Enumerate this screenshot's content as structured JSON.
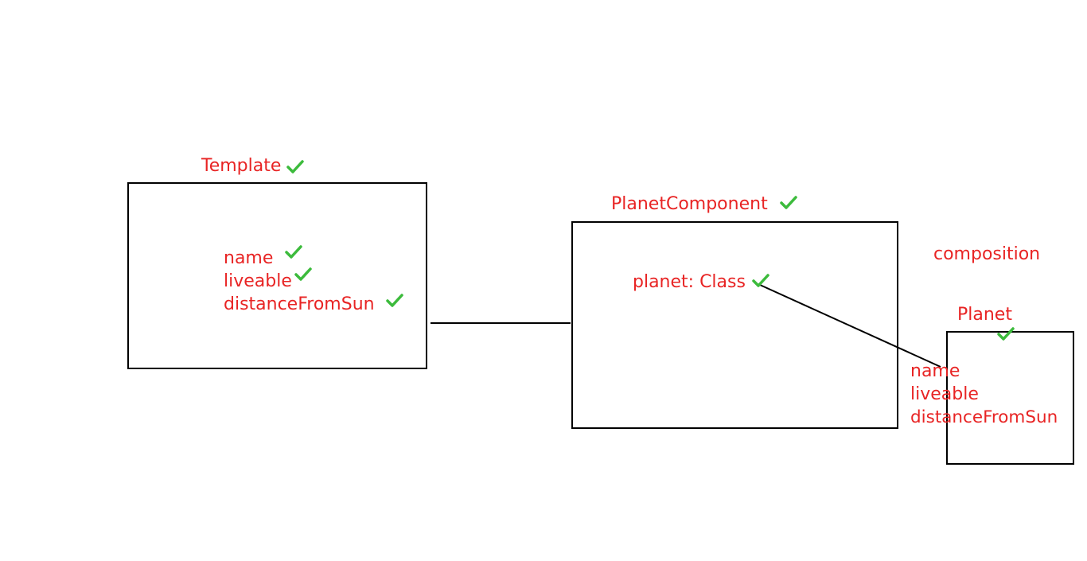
{
  "colors": {
    "text": "#e82424",
    "check": "#3cbb3c",
    "line": "#000000"
  },
  "template": {
    "title": "Template",
    "fields": [
      "name",
      "liveable",
      "distanceFromSun"
    ]
  },
  "planet_component": {
    "title": "PlanetComponent",
    "property": "planet: Class"
  },
  "composition_label": "composition",
  "planet": {
    "title": "Planet",
    "fields": [
      "name",
      "liveable",
      "distanceFromSun"
    ]
  },
  "icons": [
    "checkmark-icon"
  ]
}
